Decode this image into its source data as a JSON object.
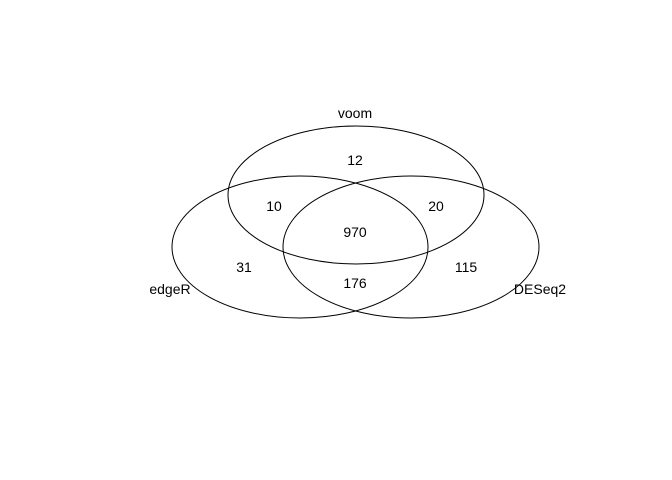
{
  "diagram": {
    "type": "venn",
    "sets": [
      {
        "id": "voom",
        "label": "voom"
      },
      {
        "id": "edgeR",
        "label": "edgeR"
      },
      {
        "id": "DESeq2",
        "label": "DESeq2"
      }
    ],
    "regions": {
      "voom_only": "12",
      "voom_edgeR": "10",
      "voom_DESeq2": "20",
      "all_three": "970",
      "edgeR_only": "31",
      "edgeR_DESeq2": "176",
      "DESeq2_only": "115"
    }
  }
}
